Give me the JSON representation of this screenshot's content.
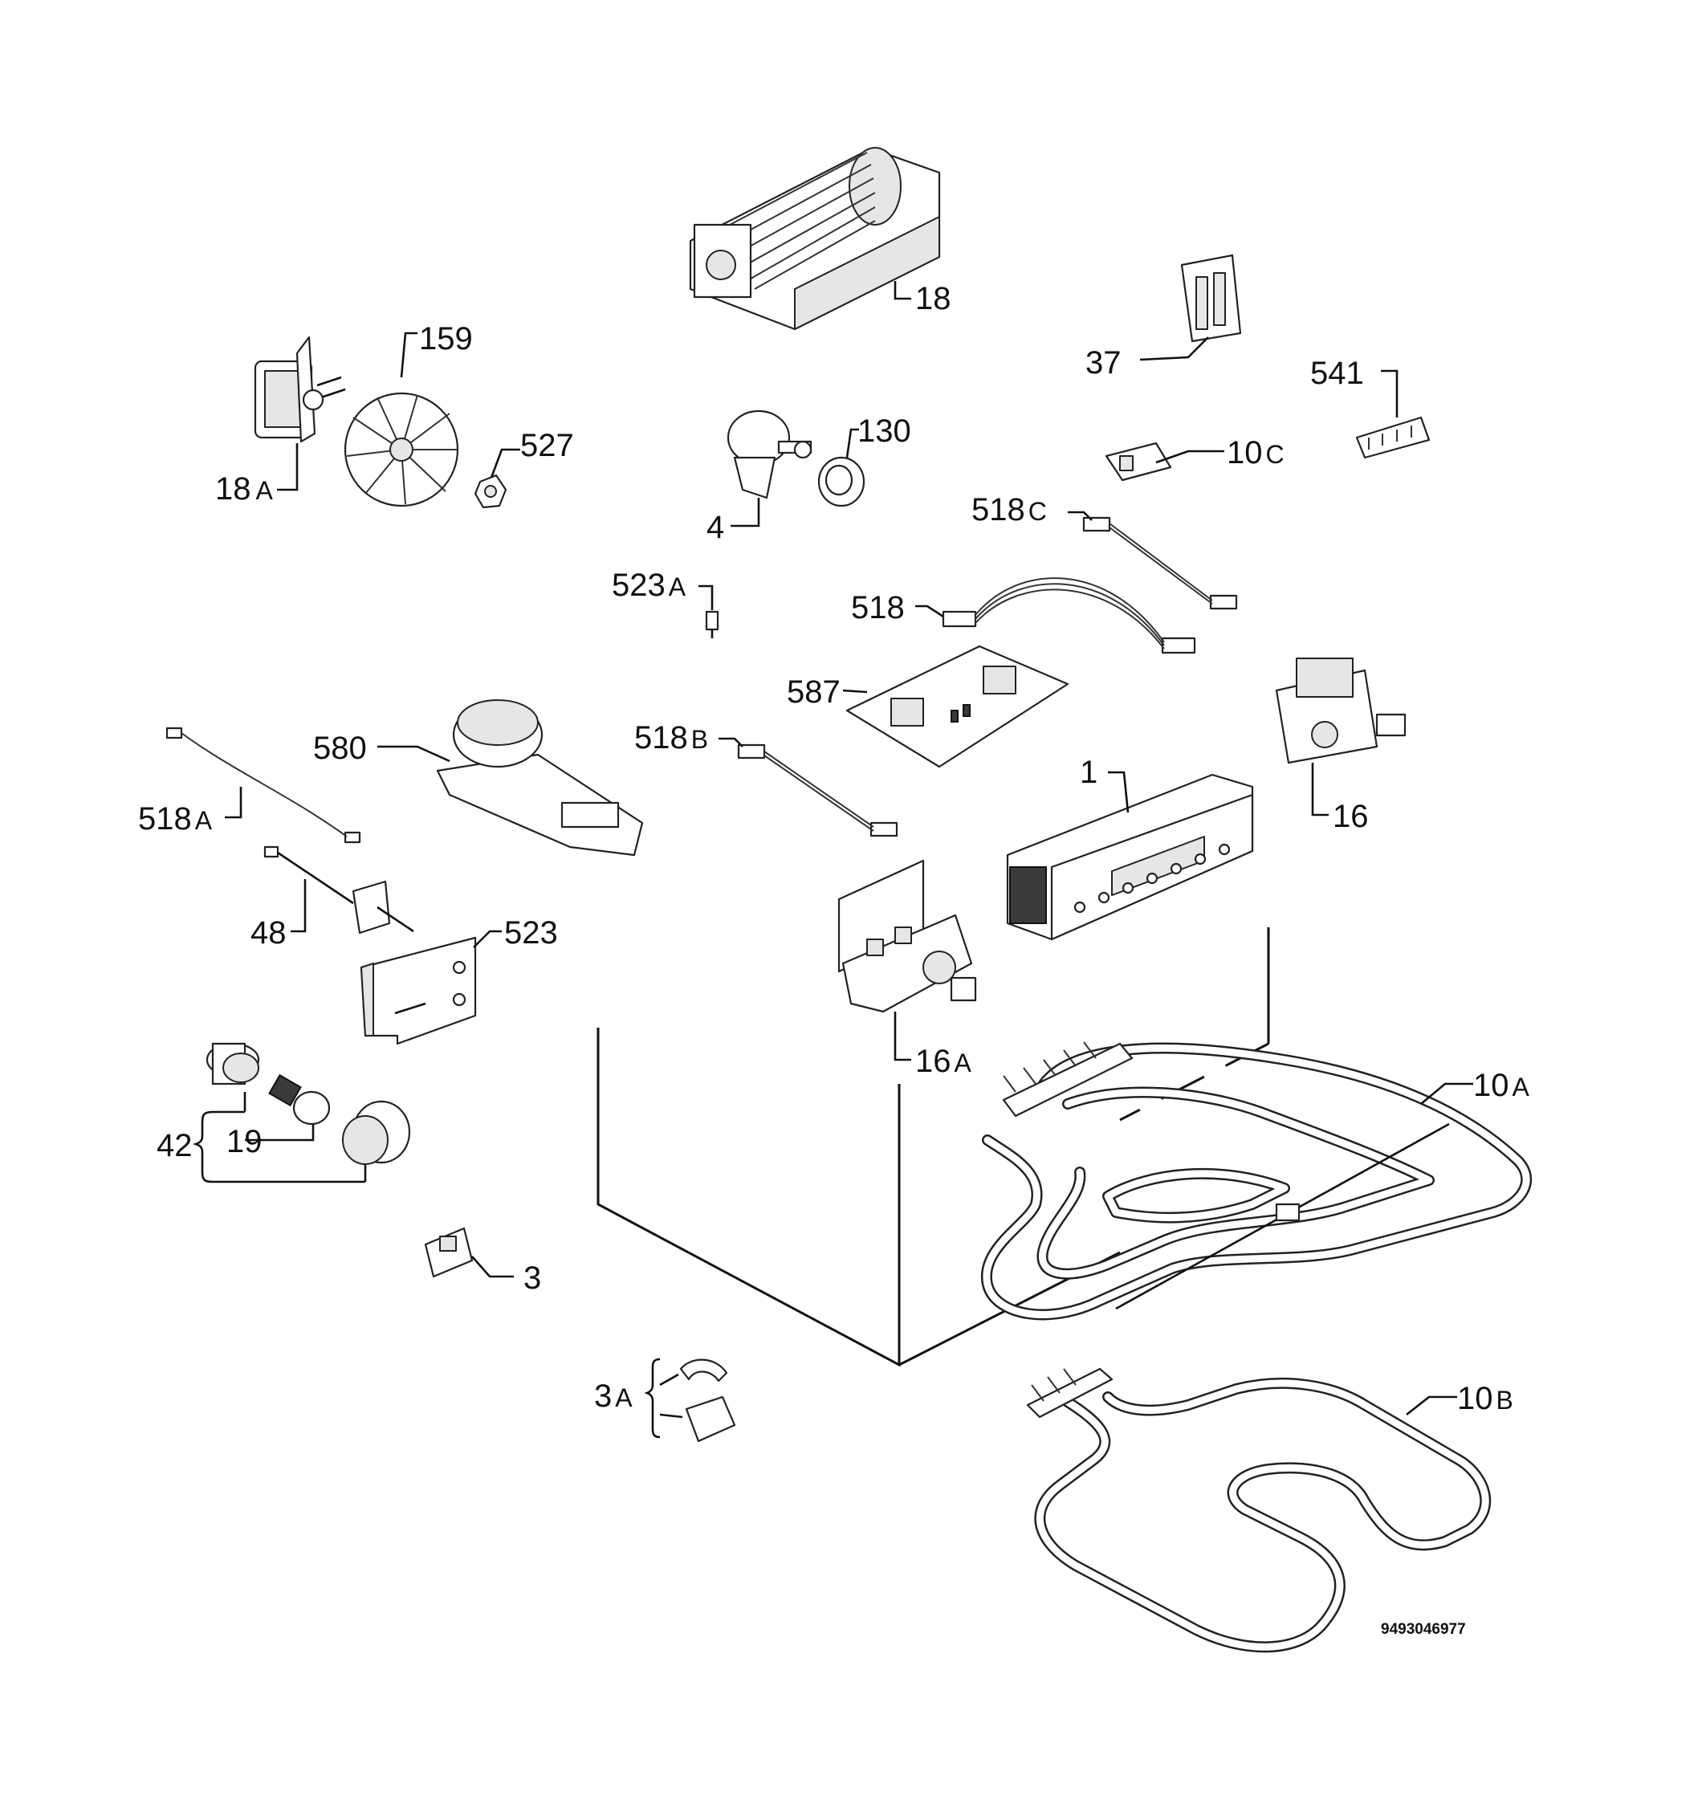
{
  "diagram": {
    "document_number": "9493046977",
    "labels": {
      "p18": "18",
      "p159": "159",
      "p18A": "18",
      "p18A_suffix": "A",
      "p527": "527",
      "p130": "130",
      "p4": "4",
      "p37": "37",
      "p541": "541",
      "p10C": "10",
      "p10C_suffix": "C",
      "p518C": "518",
      "p518C_suffix": "C",
      "p523A": "523",
      "p523A_suffix": "A",
      "p518": "518",
      "p587": "587",
      "p580": "580",
      "p518B": "518",
      "p518B_suffix": "B",
      "p16": "16",
      "p1": "1",
      "p518A": "518",
      "p518A_suffix": "A",
      "p48": "48",
      "p523": "523",
      "p16A": "16",
      "p16A_suffix": "A",
      "p10A": "10",
      "p10A_suffix": "A",
      "p42": "42",
      "p19": "19",
      "p3": "3",
      "p3A": "3",
      "p3A_suffix": "A",
      "p10B": "10",
      "p10B_suffix": "B"
    }
  }
}
